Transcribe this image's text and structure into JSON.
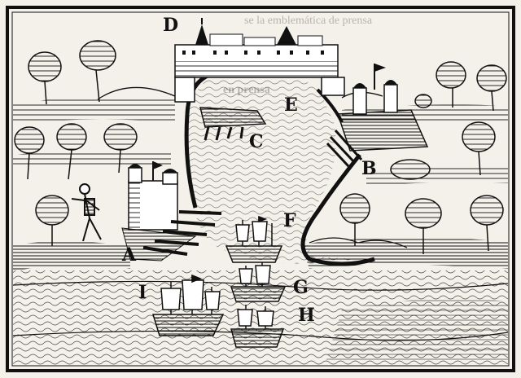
{
  "plate": {
    "labels": {
      "A": "A",
      "B": "B",
      "C": "C",
      "D": "D",
      "E": "E",
      "F": "F",
      "G": "G",
      "H": "H",
      "I": "I"
    },
    "bleed_through": {
      "top": "se la emblemática de prensa",
      "heading": "en prensa"
    }
  },
  "colors": {
    "ink": "#111111",
    "paper": "#f4f1ea",
    "bleed": "#b9b5ad"
  }
}
